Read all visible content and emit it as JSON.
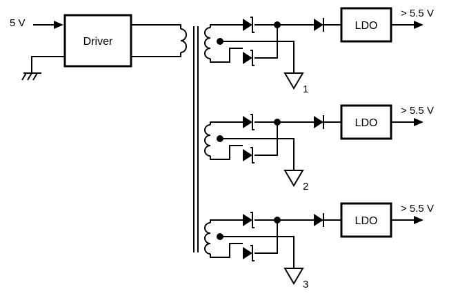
{
  "input": {
    "voltage_label": "5 V"
  },
  "driver": {
    "label": "Driver"
  },
  "channels": [
    {
      "ldo_label": "LDO",
      "output_label": "> 5.5 V",
      "ground_label": "1"
    },
    {
      "ldo_label": "LDO",
      "output_label": "> 5.5 V",
      "ground_label": "2"
    },
    {
      "ldo_label": "LDO",
      "output_label": "> 5.5 V",
      "ground_label": "3"
    }
  ],
  "colors": {
    "line": "#000000",
    "background": "#ffffff"
  }
}
